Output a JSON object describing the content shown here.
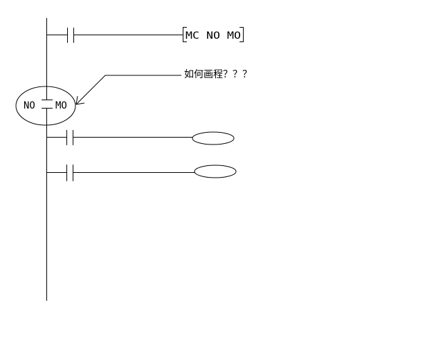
{
  "colors": {
    "background": "#ffffff",
    "ink": "#000000"
  },
  "rungs": {
    "rung1": {
      "instruction": "MC NO MO"
    },
    "annotation": {
      "text": "如何画程？？？"
    },
    "master_contact": {
      "left_label": "NO",
      "right_label": "MO"
    }
  },
  "icons": {
    "contact": "normally-open-contact-icon",
    "coil": "coil-icon",
    "arrow": "arrow-icon",
    "bracket": "instruction-bracket-icon"
  }
}
